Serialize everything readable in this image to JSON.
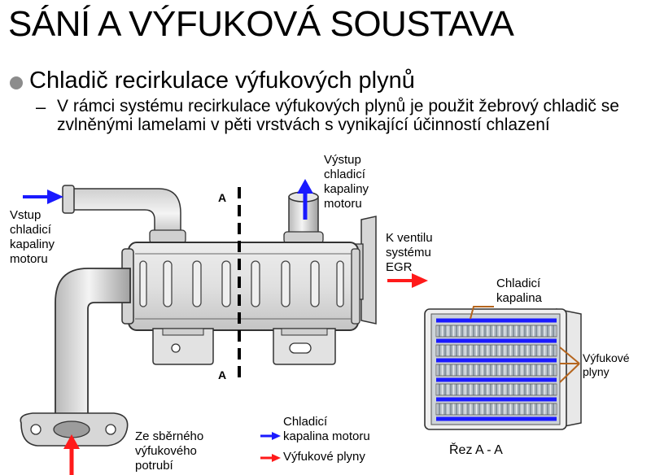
{
  "title": "SÁNÍ A VÝFUKOVÁ SOUSTAVA",
  "bullet": "Chladič recirkulace výfukových plynů",
  "sub_bullet": {
    "dash": "–",
    "text": "V rámci systému recirkulace výfukových plynů je použit žebrový chladič se zvlněnými lamelami v pěti vrstvách s vynikající účinností chlazení"
  },
  "labels": {
    "inlet": "Vstup\nchladicí\nkapaliny\nmotoru",
    "outlet": "Výstup\nchladicí\nkapaliny\nmotoru",
    "egr": "K ventilu\nsystému\nEGR",
    "from_manifold": "Ze sběrného\nvýfukového\npotrubí",
    "section_top": "A",
    "section_bottom": "A",
    "coolant": "Chladicí\nkapalina",
    "exhaust": "Výfukové\nplyny",
    "section_caption": "Řez A - A"
  },
  "legend": {
    "coolant": "Chladicí\nkapalina motoru",
    "exhaust": "Výfukové plyny"
  },
  "colors": {
    "coolant_arrow": "#1a1aff",
    "exhaust_arrow": "#ff1a1a",
    "leader_line": "#b5651d",
    "part_fill": "#e6e6e6",
    "part_stroke": "#333333"
  }
}
